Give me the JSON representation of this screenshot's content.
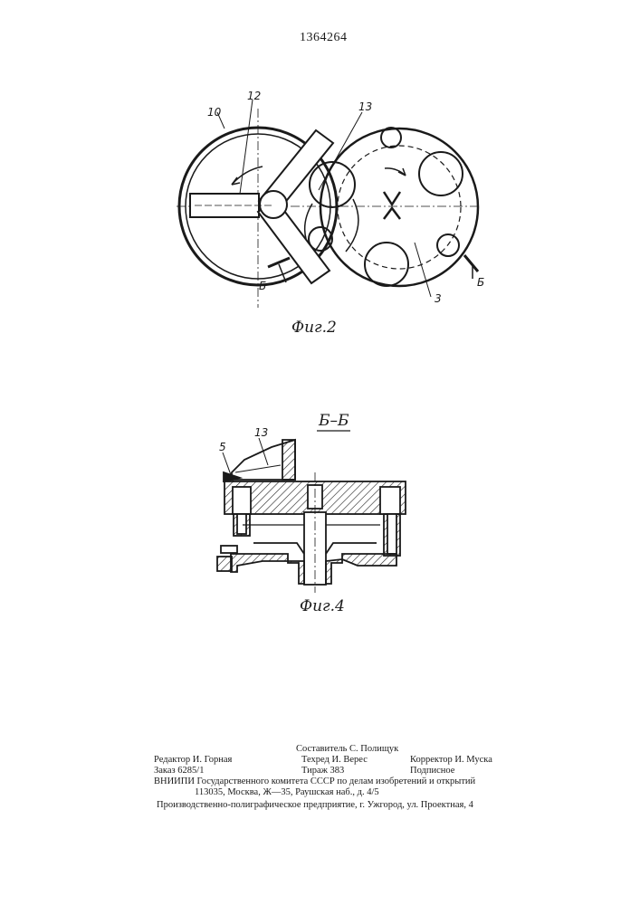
{
  "header": {
    "patent_number": "1364264"
  },
  "figure2": {
    "caption": "Фиг.2",
    "labels": {
      "l10": "10",
      "l12": "12",
      "l13": "13",
      "l3": "3",
      "b_left": "Б",
      "b_right": "Б"
    }
  },
  "figure4": {
    "caption": "Фиг.4",
    "section_title": "Б–Б",
    "labels": {
      "l5": "5",
      "l13": "13"
    }
  },
  "footer": {
    "compiler": "Составитель С. Полищук",
    "editor": "Редактор И. Горная",
    "techred": "Техред И. Верес",
    "corrector": "Корректор И. Муска",
    "order": "Заказ 6285/1",
    "circulation": "Тираж 383",
    "subscription": "Подписное",
    "institute": "ВНИИПИ Государственного комитета СССР по делам изобретений и открытий",
    "address": "113035, Москва, Ж—35, Раушская наб., д. 4/5",
    "printing": "Производственно-полиграфическое предприятие, г. Ужгород, ул. Проектная, 4"
  }
}
